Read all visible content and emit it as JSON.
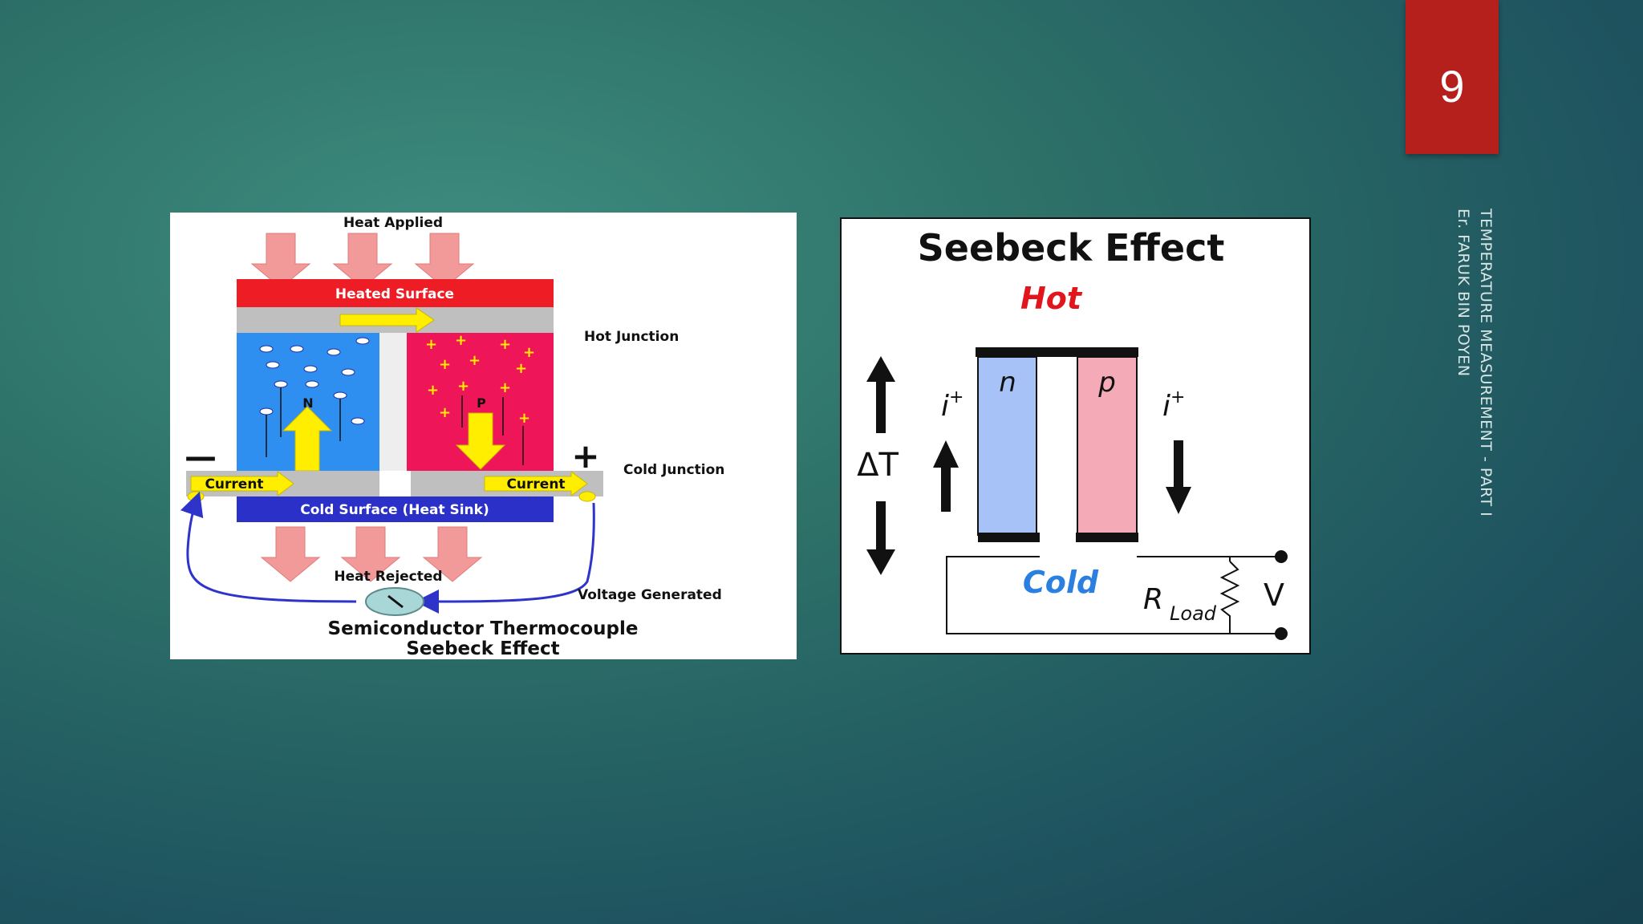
{
  "slide": {
    "page_number": "9",
    "side_title": "TEMPERATURE MEASUREMENT - PART I",
    "side_author": "Er. FARUK BIN POYEN"
  },
  "left_diagram": {
    "heat_applied": "Heat Applied",
    "heated_surface": "Heated Surface",
    "hot_junction": "Hot Junction",
    "cold_junction": "Cold Junction",
    "n_label": "N",
    "p_label": "P",
    "minus_sign": "—",
    "plus_sign": "+",
    "current_left": "Current",
    "current_right": "Current",
    "cold_surface": "Cold Surface (Heat Sink)",
    "heat_rejected": "Heat Rejected",
    "voltage_generated": "Voltage Generated",
    "caption_line1": "Semiconductor Thermocouple",
    "caption_line2": "Seebeck Effect",
    "colors": {
      "heated_surface": "#ee1c24",
      "n_region": "#2f8ff0",
      "p_region": "#ef1559",
      "cold_surface": "#2b31c8",
      "arrow_yellow": "#ffee00",
      "heat_arrow": "#f29a9a"
    }
  },
  "right_diagram": {
    "title": "Seebeck Effect",
    "hot": "Hot",
    "cold": "Cold",
    "n": "n",
    "p": "p",
    "delta_t": "ΔT",
    "current_left": "i",
    "current_left_sup": "+",
    "current_right": "i",
    "current_right_sup": "+",
    "r": "R",
    "load": "Load",
    "v": "V",
    "colors": {
      "hot": "#e0161c",
      "cold": "#2a7fe0",
      "n_leg": "#a6c2f7",
      "p_leg": "#f5aab8"
    }
  }
}
